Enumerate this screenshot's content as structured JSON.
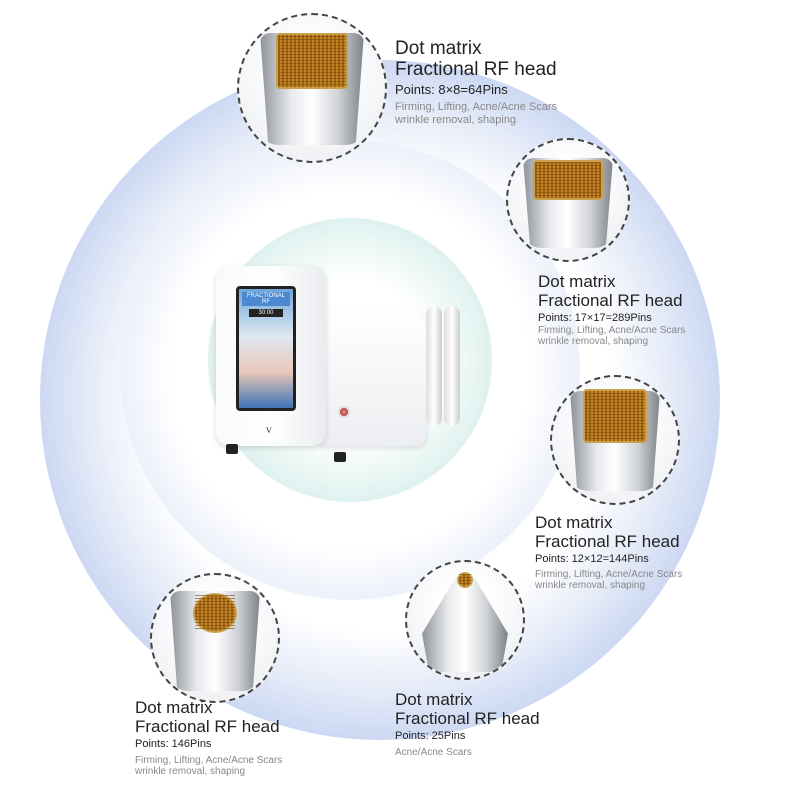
{
  "heads": [
    {
      "title1": "Dot matrix",
      "title2": "Fractional RF head",
      "points": "Points: 8×8=64Pins",
      "desc1": "Firming, Lifting, Acne/Acne Scars",
      "desc2": "wrinkle removal, shaping"
    },
    {
      "title1": "Dot matrix",
      "title2": "Fractional RF head",
      "points": "Points: 17×17=289Pins",
      "desc1": "Firming, Lifting, Acne/Acne Scars",
      "desc2": "wrinkle removal, shaping"
    },
    {
      "title1": "Dot matrix",
      "title2": "Fractional RF head",
      "points": "Points: 12×12=144Pins",
      "desc1": "Firming, Lifting, Acne/Acne Scars",
      "desc2": "wrinkle removal, shaping"
    },
    {
      "title1": "Dot matrix",
      "title2": "Fractional RF head",
      "points": "Points: 146Pins",
      "desc1": "Firming, Lifting, Acne/Acne Scars",
      "desc2": "wrinkle removal, shaping"
    },
    {
      "title1": "Dot matrix",
      "title2": "Fractional RF head",
      "points": "Points: 25Pins",
      "desc1": "Acne/Acne Scars"
    }
  ],
  "machine": {
    "screen_title": "FRACTIONAL RF",
    "timer": "30:00",
    "logo": "V"
  }
}
